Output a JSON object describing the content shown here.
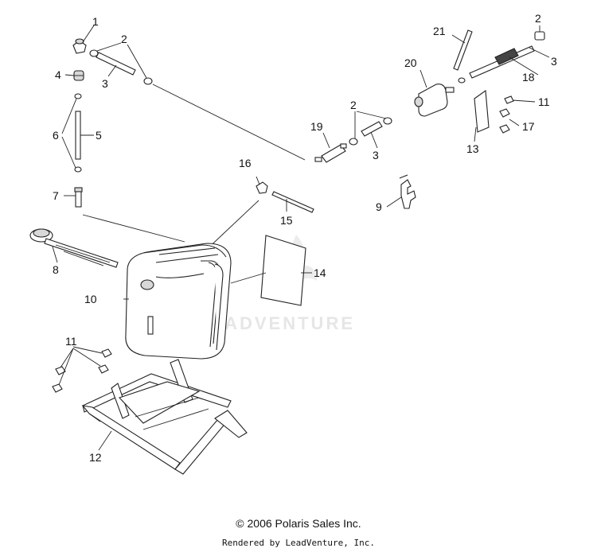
{
  "callouts": {
    "c1": "1",
    "c2a": "2",
    "c3a": "3",
    "c4": "4",
    "c5": "5",
    "c6": "6",
    "c7": "7",
    "c8": "8",
    "c9": "9",
    "c10": "10",
    "c11a": "11",
    "c11b": "11",
    "c12": "12",
    "c13": "13",
    "c14": "14",
    "c15": "15",
    "c16": "16",
    "c17": "17",
    "c18": "18",
    "c19": "19",
    "c2b": "2",
    "c3b": "3",
    "c20": "20",
    "c21": "21",
    "c2c": "2",
    "c3c": "3"
  },
  "watermark": "LEADVENTURE",
  "footer": {
    "copyright": "© 2006 Polaris Sales Inc.",
    "rendered": "Rendered by LeadVenture, Inc."
  }
}
